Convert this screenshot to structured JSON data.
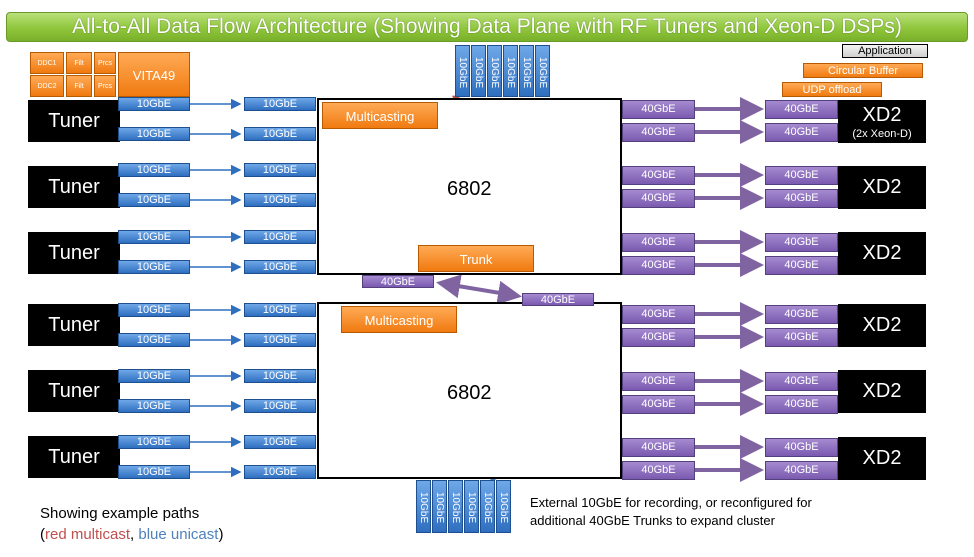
{
  "title": "All-to-All Data Flow Architecture (Showing Data Plane with RF Tuners and Xeon-D DSPs)",
  "tuner_label": "Tuner",
  "xd2_label": "XD2",
  "xd2_sublabel": "(2x Xeon-D)",
  "switch_label": "6802",
  "link_10g": "10GbE",
  "link_40g": "40GbE",
  "multicasting_label": "Multicasting",
  "trunk_label": "Trunk",
  "vita49": {
    "label": "VITA49",
    "blocks": [
      "DDC1",
      "Filt",
      "Prcs",
      "DDC2",
      "Filt",
      "Prcs"
    ]
  },
  "xd2_stack": {
    "application": "Application",
    "circular_buffer": "Circular Buffer",
    "udp_offload": "UDP offload"
  },
  "external_note_line1": "External 10GbE for recording, or reconfigured for",
  "external_note_line2": "additional 40GbE Trunks to expand cluster",
  "legend": {
    "line1": "Showing example paths",
    "open_paren": "(",
    "red": "red multicast",
    "comma": ", ",
    "blue": "blue unicast",
    "close_paren": ")"
  },
  "colors": {
    "multicast": "#c0504d",
    "unicast": "#4f81bd",
    "trunk_link": "#8064a2",
    "title_bar": "#8fc63b"
  }
}
